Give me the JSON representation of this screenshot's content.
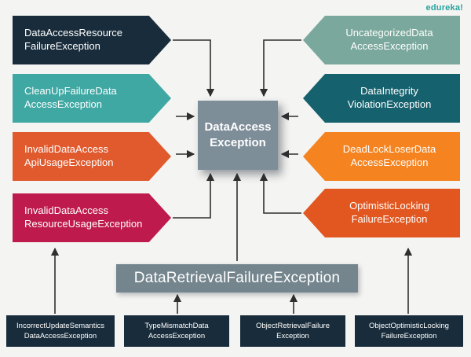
{
  "brand": {
    "logo": "edureka!"
  },
  "colors": {
    "background": "#f4f4f2",
    "arrow": "#2f2f2f",
    "center_box": "#7e8e99",
    "bar": "#74858e",
    "bottom_box": "#182c3b"
  },
  "center": {
    "label": "DataAccess\nException"
  },
  "bar": {
    "label": "DataRetrievalFailureException"
  },
  "left_banners": [
    {
      "label": "DataAccessResource\nFailureException",
      "color": "#182c3b"
    },
    {
      "label": "CleanUpFailureData\nAccessException",
      "color": "#3fa8a3"
    },
    {
      "label": "InvalidDataAccess\nApiUsageException",
      "color": "#e05a2e"
    },
    {
      "label": "InvalidDataAccess\nResourceUsageException",
      "color": "#bf1a4d"
    }
  ],
  "right_banners": [
    {
      "label": "UncategorizedData\nAccessException",
      "color": "#7aa89c"
    },
    {
      "label": "DataIntegrity\nViolationException",
      "color": "#15616d"
    },
    {
      "label": "DeadLockLoserData\nAccessException",
      "color": "#f5831f"
    },
    {
      "label": "OptimisticLocking\nFailureException",
      "color": "#e2571f"
    }
  ],
  "bottom_boxes": [
    {
      "label": "IncorrectUpdateSemantics\nDataAccessException"
    },
    {
      "label": "TypeMismatchData\nAccessException"
    },
    {
      "label": "ObjectRetrievalFailure\nException"
    },
    {
      "label": "ObjectOptimisticLocking\nFailureException"
    }
  ]
}
